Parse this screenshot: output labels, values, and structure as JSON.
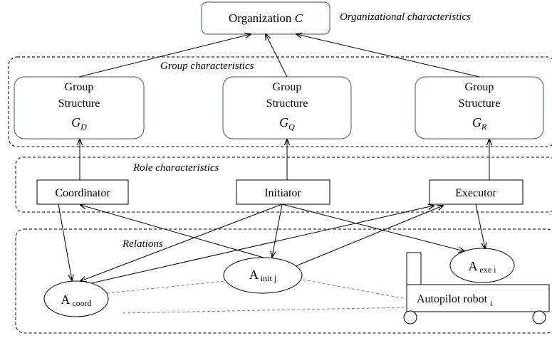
{
  "organization": {
    "label_prefix": "Organization",
    "label_var": "C",
    "characteristics_label": "Organizational characteristics"
  },
  "group_layer": {
    "label": "Group characteristics",
    "groups": [
      {
        "line1": "Group",
        "line2": "Structure",
        "symbol": "G",
        "subscript": "D"
      },
      {
        "line1": "Group",
        "line2": "Structure",
        "symbol": "G",
        "subscript": "Q"
      },
      {
        "line1": "Group",
        "line2": "Structure",
        "symbol": "G",
        "subscript": "R"
      }
    ]
  },
  "role_layer": {
    "label": "Role characteristics",
    "roles": [
      "Coordinator",
      "Initiator",
      "Executor"
    ]
  },
  "relations_layer": {
    "label": "Relations",
    "agents": [
      {
        "base": "A",
        "subscript": "coord"
      },
      {
        "base": "A",
        "subscript": "init j"
      },
      {
        "base": "A",
        "subscript": "exe i"
      }
    ],
    "robot": {
      "label": "Autopilot robot",
      "subscript": "i"
    }
  }
}
